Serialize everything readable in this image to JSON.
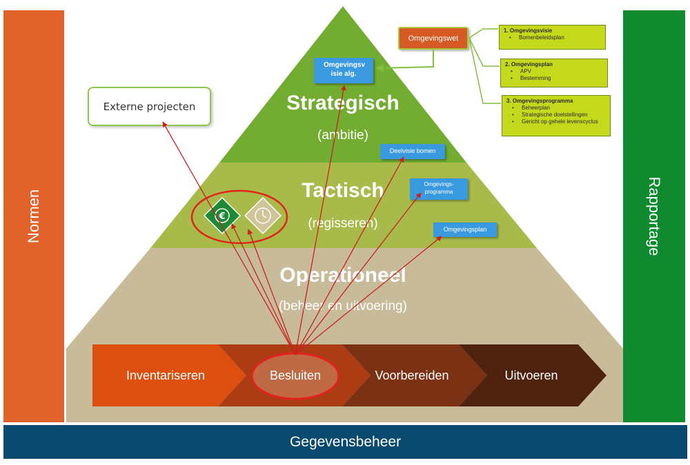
{
  "side": {
    "left_label": "Normen",
    "right_label": "Rapportage"
  },
  "bottom": {
    "label": "Gegevensbeheer"
  },
  "pyramid": {
    "strategisch": {
      "title": "Strategisch",
      "subtitle": "(ambitie)"
    },
    "tactisch": {
      "title": "Tactisch",
      "subtitle": "(regisseren)"
    },
    "operationeel": {
      "title": "Operationeel",
      "subtitle": "(beheer en uitvoering)"
    }
  },
  "process": {
    "steps": [
      "Inventariseren",
      "Besluiten",
      "Voorbereiden",
      "Uitvoeren"
    ],
    "step_colors": [
      "#dc4f0e",
      "#ab3c14",
      "#7b3214",
      "#4e220f"
    ]
  },
  "callouts": {
    "omgevingsvisie_alg": "Omgevingsv isie alg.",
    "deelvisie_bomen": "Deelvisie bomen",
    "omgevingsprogramma": "Omgevings-programma",
    "omgevingsplan": "Omgevingsplan",
    "externe_projecten": "Externe projecten",
    "omgevingswet": "Omgevingswet"
  },
  "omgevingswet_items": [
    {
      "title": "1. Omgevingsvisie",
      "items": [
        "Bomenbeleidsplan"
      ]
    },
    {
      "title": "2. Omgevingsplan",
      "items": [
        "APV",
        "Bestemming"
      ]
    },
    {
      "title": "3. Omgevingsprogramma",
      "items": [
        "Beheerplan",
        "Strategische doelstellingen",
        "Gericht op gehele levenscyclus"
      ]
    }
  ],
  "icons": [
    "euro-icon",
    "clock-icon"
  ],
  "colors": {
    "left_bar": "#e0622a",
    "right_bar": "#0f8a2e",
    "bottom_bar": "#0b4a6f",
    "strategisch": "#72ad32",
    "tactisch": "#a8ba49",
    "operationeel": "#c8bb9a",
    "callout_blue": "#3a9adf",
    "arrow_red": "#cc1f1f"
  }
}
